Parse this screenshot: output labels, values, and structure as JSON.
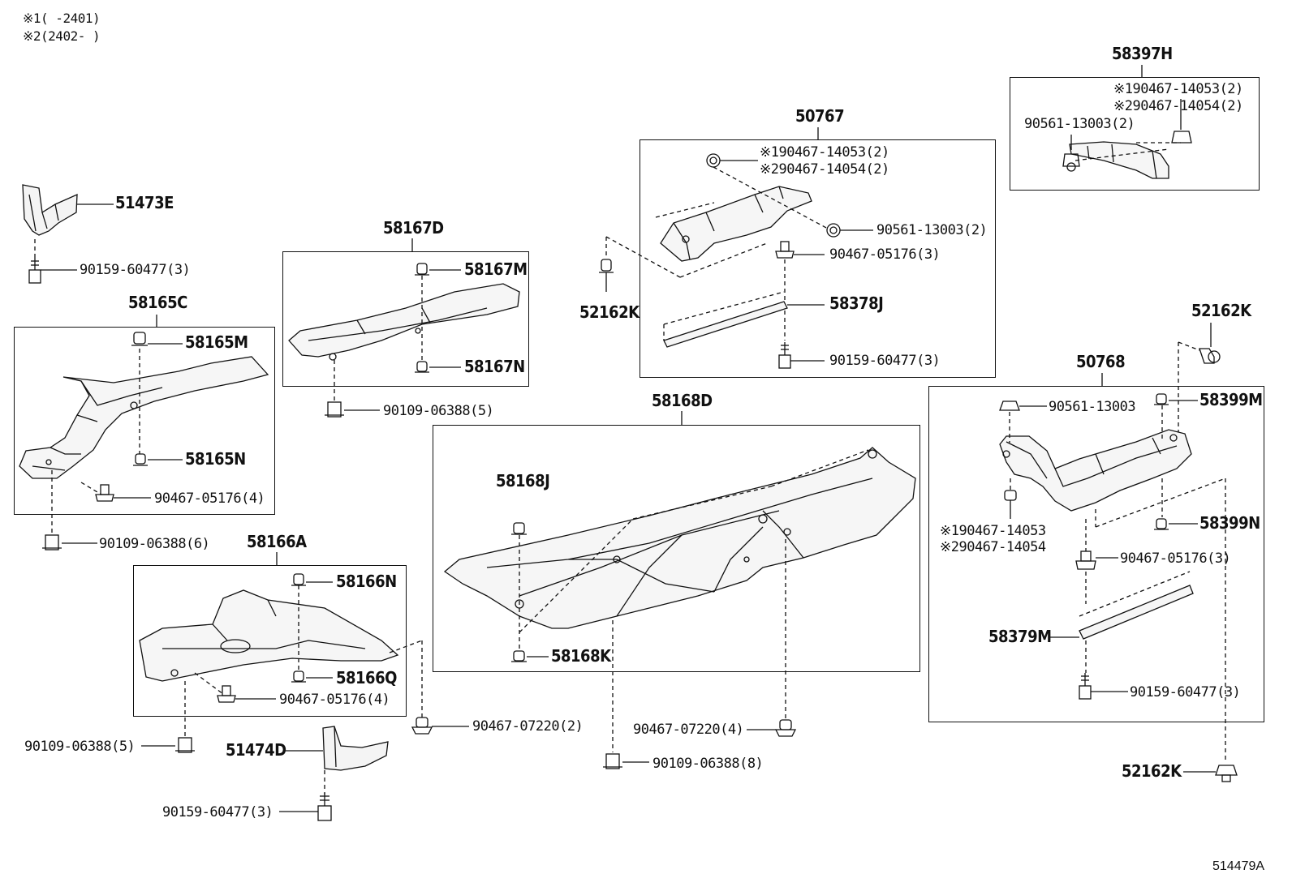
{
  "notes": {
    "n1": "※1(     -2401)",
    "n2": "※2(2402-     )"
  },
  "labels": {
    "p58397H": "58397H",
    "p58397H_a": "※190467-14053(2)",
    "p58397H_b": "※290467-14054(2)",
    "p58397H_c": "90561-13003(2)",
    "p50767": "50767",
    "p50767_a": "※190467-14053(2)",
    "p50767_b": "※290467-14054(2)",
    "p50767_c": "90561-13003(2)",
    "p50767_d": "90467-05176(3)",
    "p58378J": "58378J",
    "p50767_e": "90159-60477(3)",
    "p52162K_1": "52162K",
    "p51473E": "51473E",
    "p51473E_a": "90159-60477(3)",
    "p58167D": "58167D",
    "p58167M": "58167M",
    "p58167N": "58167N",
    "p58167D_a": "90109-06388(5)",
    "p58165C": "58165C",
    "p58165M": "58165M",
    "p58165N": "58165N",
    "p58165C_a": "90467-05176(4)",
    "p58165C_b": "90109-06388(6)",
    "p58166A": "58166A",
    "p58166N": "58166N",
    "p58166Q": "58166Q",
    "p58166A_a": "90467-05176(4)",
    "p58166A_b": "90109-06388(5)",
    "p51474D": "51474D",
    "p51474D_a": "90159-60477(3)",
    "p90467_07220_2": "90467-07220(2)",
    "p58168D": "58168D",
    "p58168J": "58168J",
    "p58168K": "58168K",
    "p90467_07220_4": "90467-07220(4)",
    "p90109_06388_8": "90109-06388(8)",
    "p52162K_2": "52162K",
    "p50768": "50768",
    "p50768_a": "90561-13003",
    "p58399M": "58399M",
    "p58399N": "58399N",
    "p50768_b": "※190467-14053",
    "p50768_c": "※290467-14054",
    "p50768_d": "90467-05176(3)",
    "p58379M": "58379M",
    "p50768_e": "90159-60477(3)",
    "p52162K_3": "52162K",
    "ref": "514479A"
  }
}
